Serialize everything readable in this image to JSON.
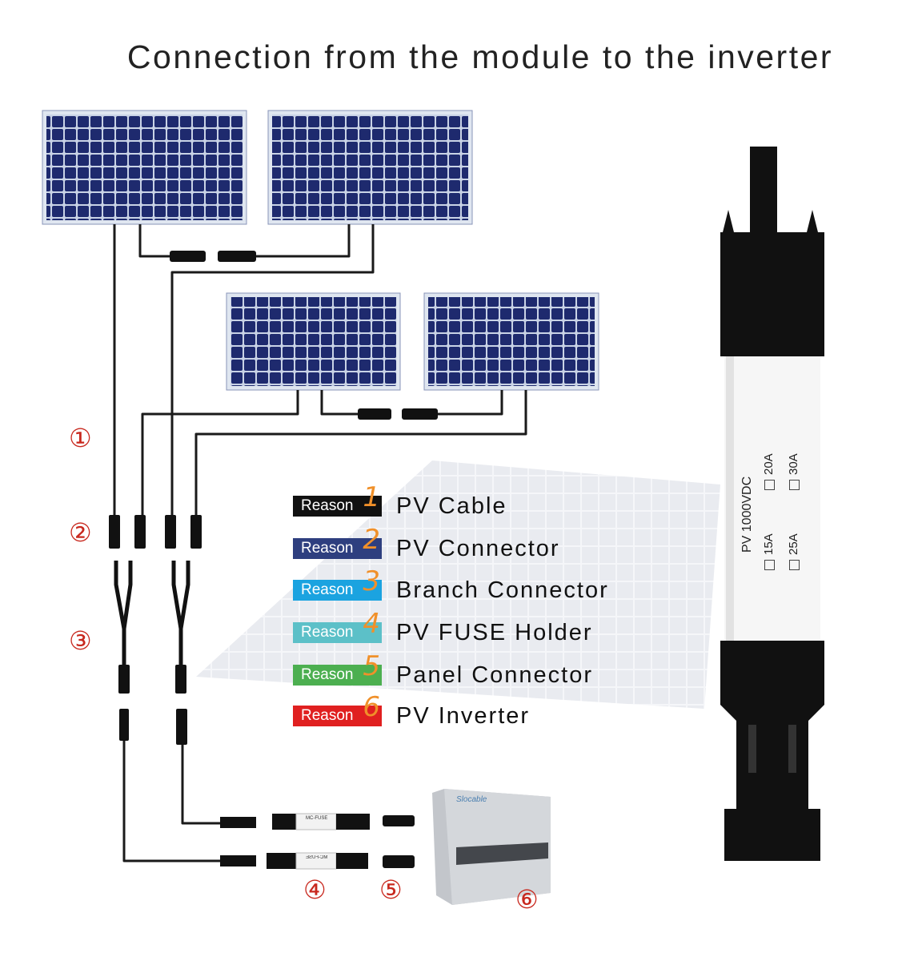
{
  "title": "Connection from the module to the inverter",
  "markers": [
    "①",
    "②",
    "③",
    "④",
    "⑤",
    "⑥"
  ],
  "legend": [
    {
      "badge": "Reason",
      "num": "1",
      "label": "PV Cable",
      "color": "#111111"
    },
    {
      "badge": "Reason",
      "num": "2",
      "label": "PV Connector",
      "color": "#2e3f7f"
    },
    {
      "badge": "Reason",
      "num": "3",
      "label": "Branch Connector",
      "color": "#1ba3e0"
    },
    {
      "badge": "Reason",
      "num": "4",
      "label": "PV FUSE Holder",
      "color": "#5cc0c8"
    },
    {
      "badge": "Reason",
      "num": "5",
      "label": "Panel Connector",
      "color": "#4caf50"
    },
    {
      "badge": "Reason",
      "num": "6",
      "label": "PV Inverter",
      "color": "#e02020"
    }
  ],
  "fuse_holder": {
    "rating": "PV 1000VDC",
    "options": [
      "15A",
      "20A",
      "25A",
      "30A"
    ]
  },
  "small_fuse_label": "MC-FUSE",
  "inverter_brand": "Slocable"
}
